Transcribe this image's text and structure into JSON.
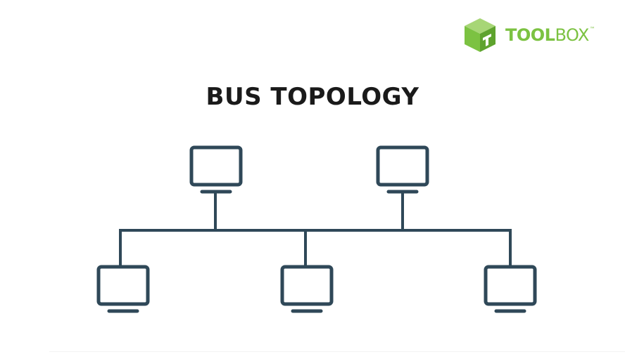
{
  "brand": {
    "name_bold": "TOOL",
    "name_light": "BOX",
    "trademark": "™",
    "color": "#7cc242",
    "icon": "cube-logo-icon"
  },
  "title": "BUS TOPOLOGY",
  "colors": {
    "line": "#2f4858",
    "screen": "#ffffff",
    "title": "#1a1a1a"
  },
  "diagram": {
    "topology": "bus",
    "bus": "backbone-cable",
    "nodes": [
      {
        "id": "computer-top-left",
        "icon": "monitor-icon",
        "side": "above"
      },
      {
        "id": "computer-top-right",
        "icon": "monitor-icon",
        "side": "above"
      },
      {
        "id": "computer-bottom-left",
        "icon": "monitor-icon",
        "side": "below"
      },
      {
        "id": "computer-bottom-center",
        "icon": "monitor-icon",
        "side": "below"
      },
      {
        "id": "computer-bottom-right",
        "icon": "monitor-icon",
        "side": "below"
      }
    ]
  }
}
